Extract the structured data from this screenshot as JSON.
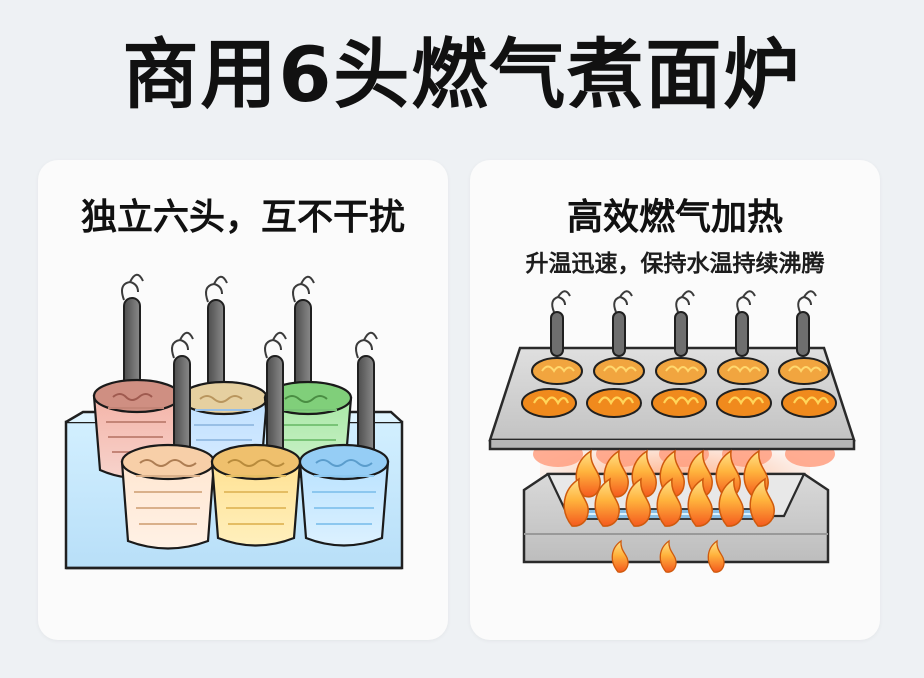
{
  "title": "商用6头燃气煮面炉",
  "left_card": {
    "heading": "独立六头，互不干扰"
  },
  "right_card": {
    "heading": "高效燃气加热",
    "subheading": "升温迅速，保持水温持续沸腾"
  },
  "colors": {
    "page_background": "#eef1f4",
    "card_background": "#fbfbfb",
    "water_blue": "#bfe5fb",
    "steel_gray": "#a9a9a9",
    "flame_orange": "#ff8a1f",
    "flame_yellow": "#ffd34e"
  }
}
